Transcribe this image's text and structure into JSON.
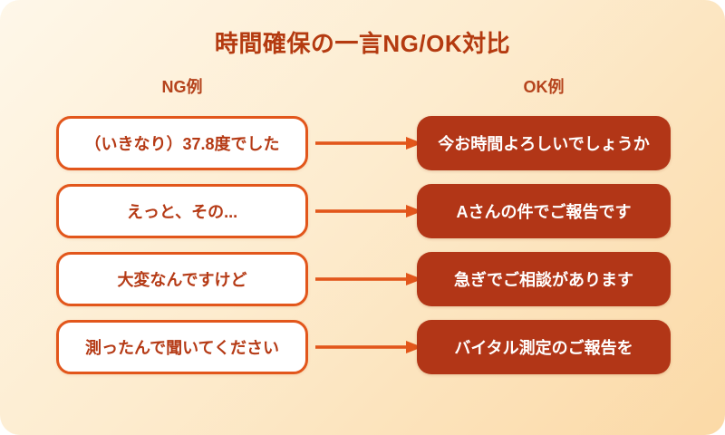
{
  "title": "時間確保の一言NG/OK対比",
  "columns": {
    "ng_label": "NG例",
    "ok_label": "OK例"
  },
  "rows": [
    {
      "ng": "（いきなり）37.8度でした",
      "ok": "今お時間よろしいでしょうか"
    },
    {
      "ng": "えっと、その...",
      "ok": "Aさんの件でご報告です"
    },
    {
      "ng": "大変なんですけど",
      "ok": "急ぎでご相談があります"
    },
    {
      "ng": "測ったんで聞いてください",
      "ok": "バイタル測定のご報告を"
    }
  ],
  "colors": {
    "card_gradient_start": "#fef7e9",
    "card_gradient_end": "#fbd9a6",
    "title_text": "#b43a10",
    "header_text": "#b5431c",
    "ng_box_border": "#e2561b",
    "ng_box_background": "#ffffff",
    "ng_box_text": "#b53a15",
    "ok_box_background": "#b23617",
    "ok_box_text": "#ffffff",
    "arrow": "#e2561b"
  }
}
